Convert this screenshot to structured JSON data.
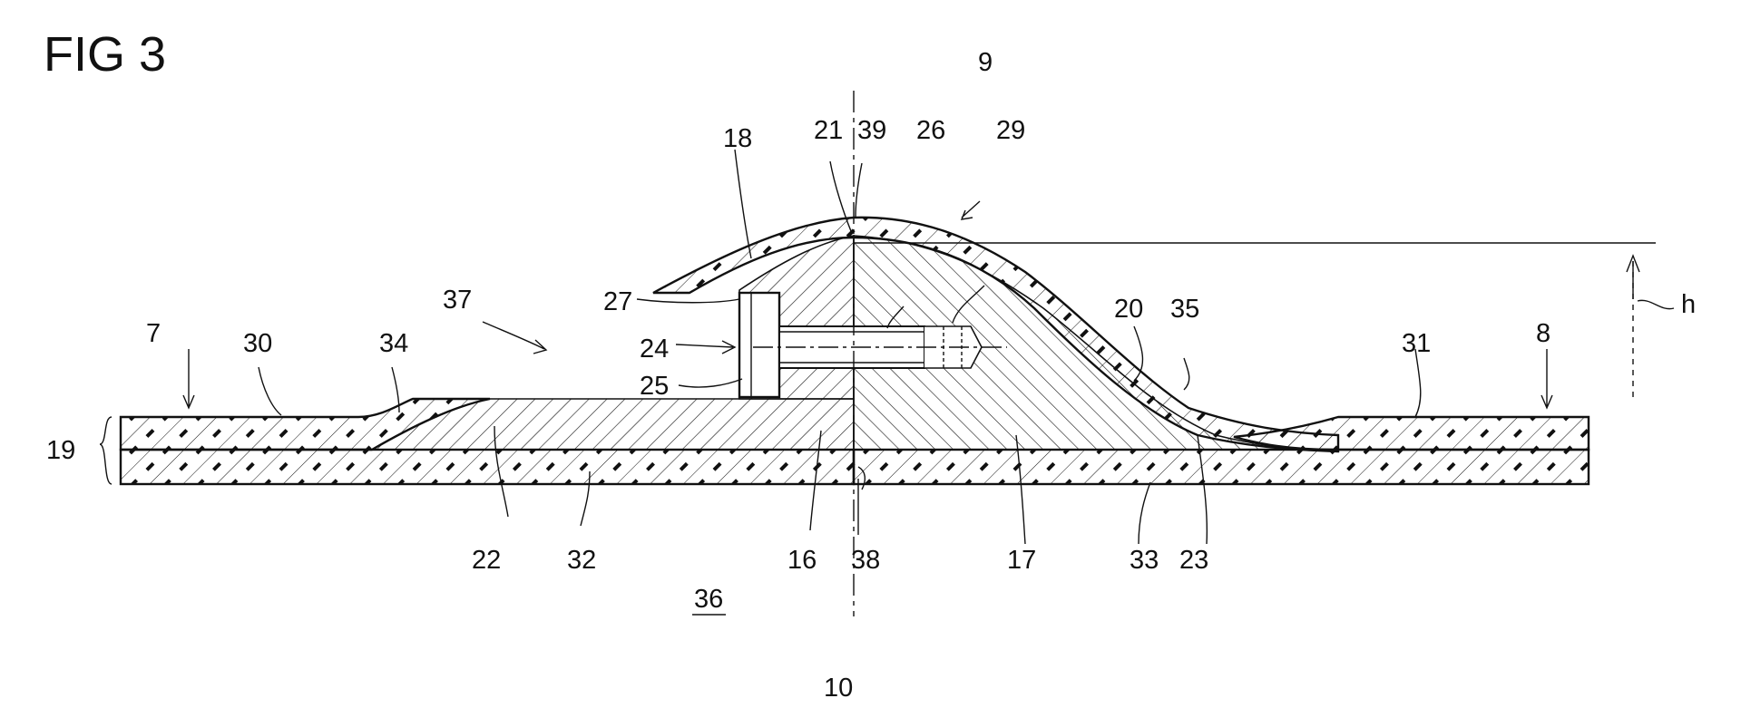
{
  "figure": {
    "title": "FIG 3",
    "labels": {
      "n7": "7",
      "n8": "8",
      "n9": "9",
      "n10": "10",
      "n16": "16",
      "n17": "17",
      "n18": "18",
      "n19": "19",
      "n20": "20",
      "n21": "21",
      "n22": "22",
      "n23": "23",
      "n24": "24",
      "n25": "25",
      "n26": "26",
      "n27": "27",
      "n29": "29",
      "n30": "30",
      "n31": "31",
      "n32": "32",
      "n33": "33",
      "n34": "34",
      "n35": "35",
      "n36": "36",
      "n37": "37",
      "n38": "38",
      "n39": "39",
      "h": "h"
    }
  }
}
